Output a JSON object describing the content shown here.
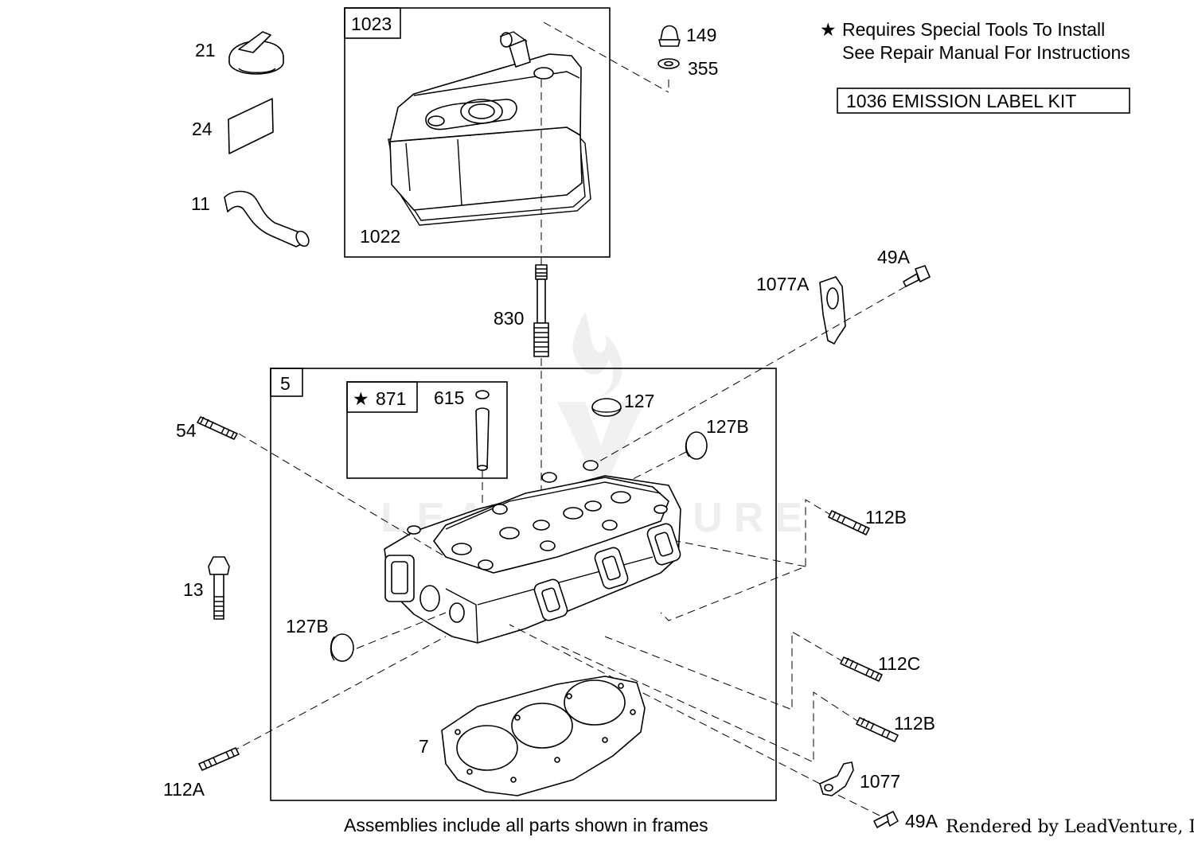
{
  "notes": {
    "star": "★",
    "special_tools_line1": "Requires Special Tools To Install",
    "special_tools_line2": "See Repair Manual For Instructions",
    "emission_kit": "1036   EMISSION LABEL KIT",
    "assemblies": "Assemblies include all parts shown in frames",
    "rendered_by": "Rendered by LeadVenture, Inc."
  },
  "watermark": "LEADVENTURE",
  "frames": {
    "valve_cover": "1023",
    "cylinder_head": "5",
    "valve_guide_star": "★",
    "valve_guide": "871"
  },
  "parts": {
    "p21": "21",
    "p24": "24",
    "p11": "11",
    "p1022": "1022",
    "p149": "149",
    "p355": "355",
    "p830": "830",
    "p49a_top": "49A",
    "p1077a": "1077A",
    "p127": "127",
    "p127b_top": "127B",
    "p615": "615",
    "p54": "54",
    "p112b_top": "112B",
    "p13": "13",
    "p127b_left": "127B",
    "p112c": "112C",
    "p112b_low": "112B",
    "p7": "7",
    "p1077": "1077",
    "p112a": "112A",
    "p49a_bottom": "49A"
  }
}
